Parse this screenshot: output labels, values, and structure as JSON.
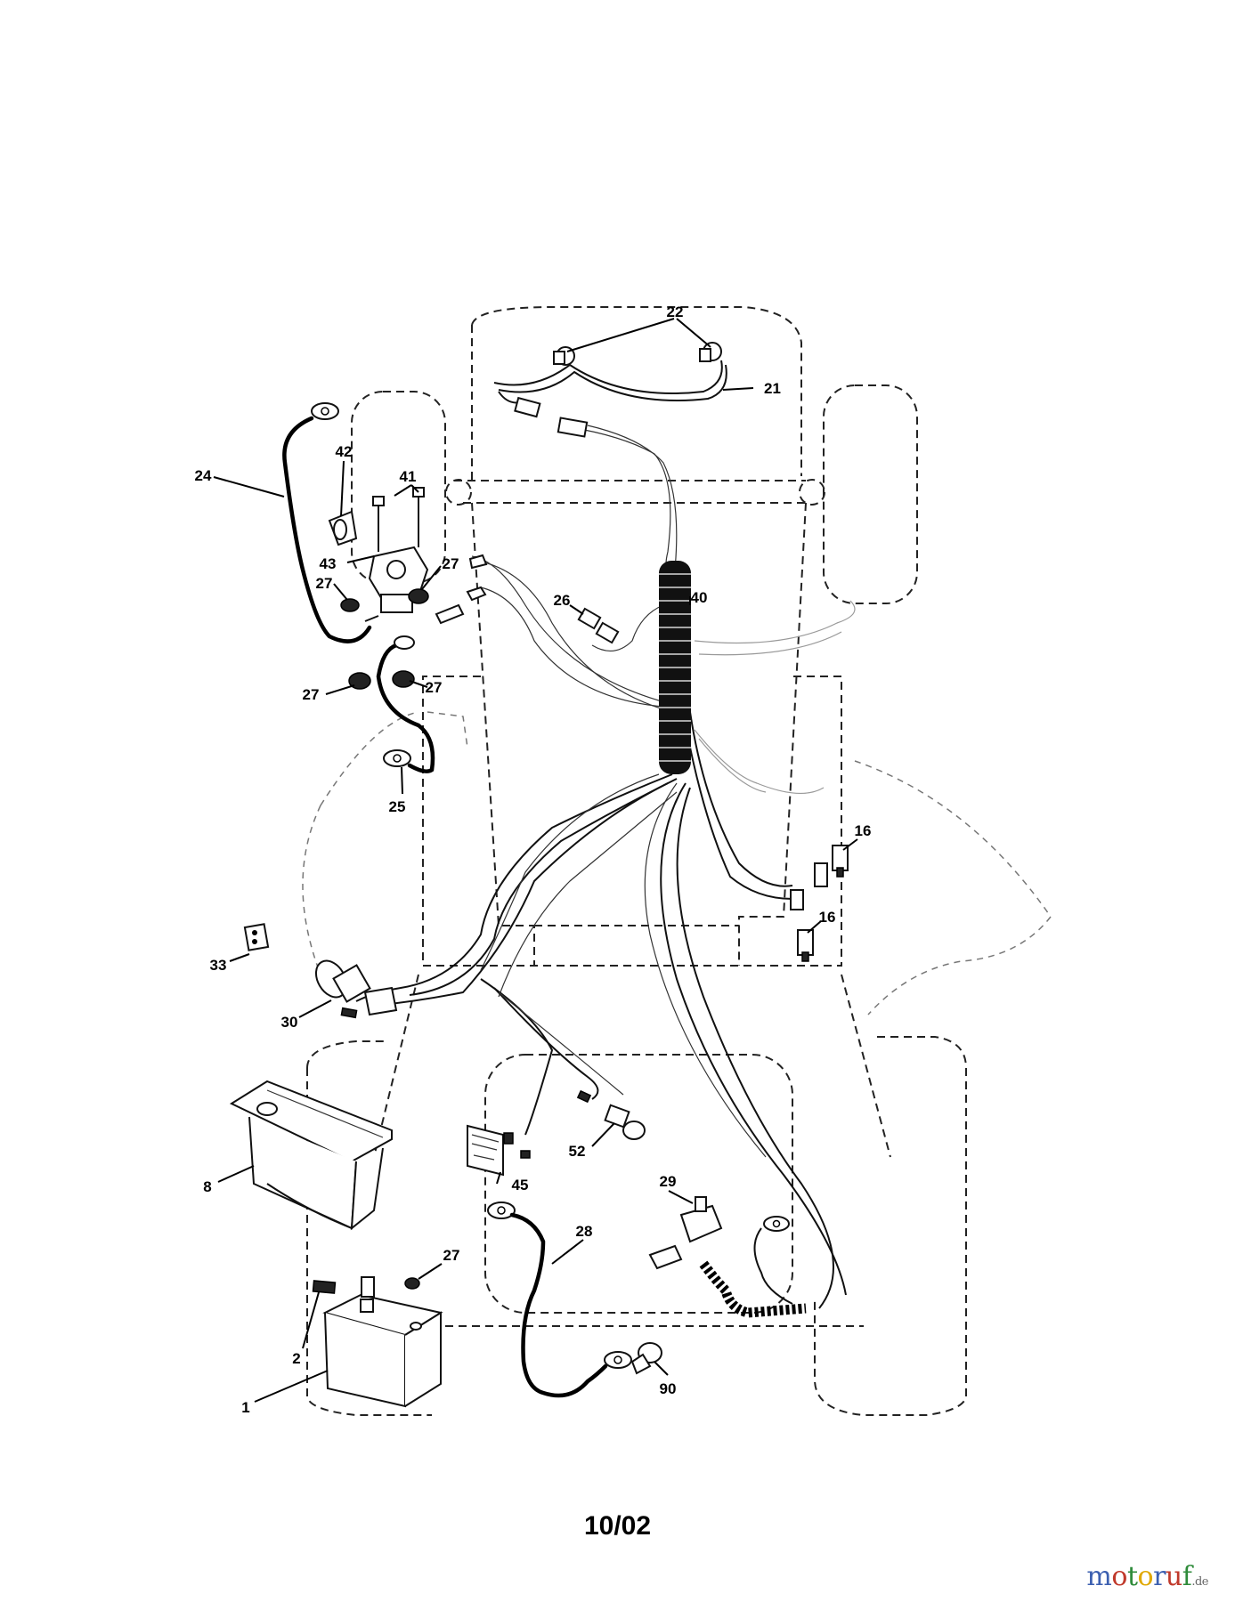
{
  "diagram": {
    "callouts": [
      {
        "id": "c22",
        "label": "22"
      },
      {
        "id": "c21",
        "label": "21"
      },
      {
        "id": "c42",
        "label": "42"
      },
      {
        "id": "c41",
        "label": "41"
      },
      {
        "id": "c24",
        "label": "24"
      },
      {
        "id": "c43",
        "label": "43"
      },
      {
        "id": "c27a",
        "label": "27"
      },
      {
        "id": "c27b",
        "label": "27"
      },
      {
        "id": "c27c",
        "label": "27"
      },
      {
        "id": "c27d",
        "label": "27"
      },
      {
        "id": "c26",
        "label": "26"
      },
      {
        "id": "c40",
        "label": "40"
      },
      {
        "id": "c25",
        "label": "25"
      },
      {
        "id": "c16a",
        "label": "16"
      },
      {
        "id": "c16b",
        "label": "16"
      },
      {
        "id": "c33",
        "label": "33"
      },
      {
        "id": "c30",
        "label": "30"
      },
      {
        "id": "c8",
        "label": "8"
      },
      {
        "id": "c52",
        "label": "52"
      },
      {
        "id": "c45",
        "label": "45"
      },
      {
        "id": "c29",
        "label": "29"
      },
      {
        "id": "c28",
        "label": "28"
      },
      {
        "id": "c27e",
        "label": "27"
      },
      {
        "id": "c2",
        "label": "2"
      },
      {
        "id": "c1",
        "label": "1"
      },
      {
        "id": "c90",
        "label": "90"
      }
    ]
  },
  "footer": {
    "date": "10/02"
  },
  "watermark": {
    "text": "motoruf",
    "suffix": ".de"
  }
}
